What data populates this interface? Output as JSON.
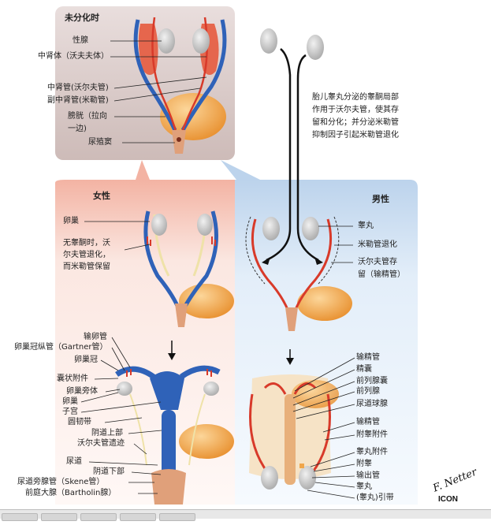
{
  "panels": {
    "undiff": {
      "title": "未分化时",
      "labels": {
        "gonad": "性腺",
        "mesonephros": "中肾体（沃夫夫体）",
        "mesonephric_duct": "中肾管(沃尔夫管)",
        "paramesonephric_duct": "副中肾管(米勒管)",
        "bladder_1": "膀胱（拉向",
        "bladder_2": "一边)",
        "urogenital_sinus": "尿殖窦"
      }
    },
    "note": {
      "lines": [
        "胎儿睾丸分泌的睾酮局部",
        "作用于沃尔夫管，使其存",
        "留和分化；并分泌米勒管",
        "抑制因子引起米勒管退化"
      ]
    },
    "female": {
      "title": "女性",
      "labels": {
        "ovary": "卵巢",
        "regress_1": "无睾酮时，沃",
        "regress_2": "尔夫管退化，",
        "regress_3": "而米勒管保留"
      }
    },
    "male": {
      "title": "男性",
      "labels": {
        "testis": "睾丸",
        "mullerian_regress": "米勒管退化",
        "wolffian_1": "沃尔夫管存",
        "wolffian_2": "留（输精管）"
      }
    },
    "female_adult": {
      "labels": {
        "oviduct": "输卵管",
        "gartner": "卵巢冠纵管（Gartner管）",
        "epoophoron": "卵巢冠",
        "appendix": "囊状附件",
        "paroophoron": "卵巢旁体",
        "ovary": "卵巢",
        "uterus": "子宫",
        "round_ligament": "圆韧带",
        "upper_vagina": "阴道上部",
        "wolffian_remnant": "沃尔夫管遗迹",
        "urethra": "尿道",
        "lower_vagina": "阴道下部",
        "skene": "尿道旁腺管（Skene管）",
        "bartholin": "前庭大腺（Bartholin腺）"
      }
    },
    "male_adult": {
      "labels": {
        "vas_deferens_top": "输精管",
        "seminal_vesicle": "精囊",
        "prostatic_utricle": "前列腺囊",
        "prostate": "前列腺",
        "bulbourethral": "尿道球腺",
        "vas_deferens": "输精管",
        "appendix_epididymis": "附睾附件",
        "appendix_testis": "睾丸附件",
        "epididymis": "附睾",
        "efferent_duct": "输出管",
        "testis": "睾丸",
        "gubernaculum": "(睾丸)引带"
      }
    }
  },
  "signature": "F. Netter",
  "logo": "ICON",
  "colors": {
    "blue_duct": "#2f62b8",
    "red_duct": "#d83a2a",
    "bladder": "#f0a64a",
    "gonad": "#cfcfcf",
    "top_panel": "#d8c8c6",
    "female_panel": "#f5cfc3",
    "male_panel": "#cfe0f2"
  }
}
